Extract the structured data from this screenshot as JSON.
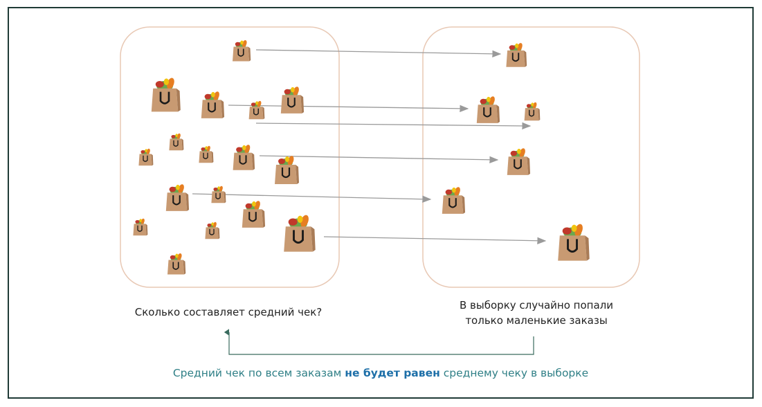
{
  "captions": {
    "left": "Сколько составляет средний чек?",
    "right_line1": "В выборку случайно попали",
    "right_line2": "только маленькие заказы"
  },
  "conclusion": {
    "before": "Средний чек по всем заказам ",
    "emphasis": "не будет равен",
    "after": " среднему чеку в выборке"
  },
  "colors": {
    "frame": "#1f3a36",
    "group_border": "#e8c8b4",
    "arrow": "#9a9a9a",
    "bracket": "#3a6b5e",
    "conclusion_text": "#2f7f86",
    "conclusion_emphasis": "#1d6fa8",
    "bag": "#c89a72"
  },
  "icons": {
    "bag": "grocery-bag-icon"
  }
}
